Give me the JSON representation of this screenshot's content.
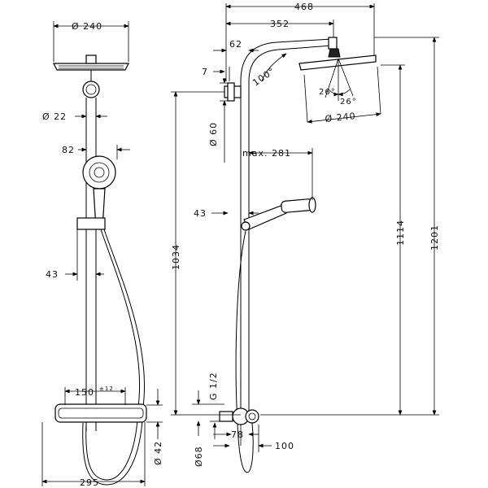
{
  "front_view": {
    "head_diameter": "Ø 240",
    "pipe_diameter": "Ø 22",
    "handshower_offset": "82",
    "holder_offset": "43",
    "thermostat_spacing": "150",
    "thermostat_spacing_tolerance": "±12",
    "height_42": "Ø 42",
    "bottom_width": "295"
  },
  "side_view": {
    "total_reach": "468",
    "arm_reach": "352",
    "arm_offset": "62",
    "wall_offset": "7",
    "arm_angle": "100°",
    "tilt_left": "26°",
    "tilt_right": "26°",
    "head_diameter": "Ø 240",
    "wall_bracket": "Ø 60",
    "max_reach": "max. 281",
    "holder_offset": "43",
    "height_1034": "1034",
    "height_1114": "1114",
    "height_1201": "1201",
    "thread": "G 1/2",
    "inlet_diameter": "Ø68",
    "inlet_depth": "78",
    "inlet_offset": "100"
  }
}
